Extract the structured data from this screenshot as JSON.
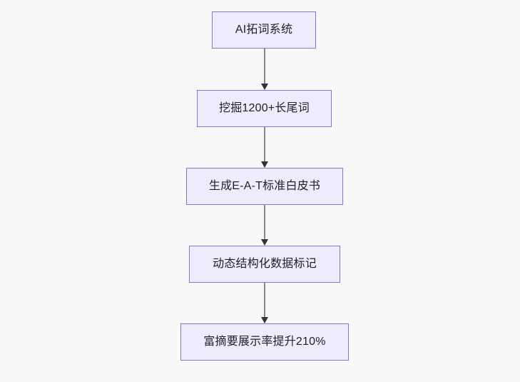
{
  "diagram": {
    "type": "flowchart",
    "orientation": "top-to-bottom",
    "background_color": "#f8f8f8",
    "node_fill_color": "#ececfd",
    "node_border_color": "#9370d8",
    "node_text_color": "#21212a",
    "edge_color": "#888888",
    "arrowhead_color": "#333333",
    "nodes": [
      {
        "id": "n0",
        "label": "AI拓词系统"
      },
      {
        "id": "n1",
        "label": "挖掘1200+长尾词"
      },
      {
        "id": "n2",
        "label": "生成E-A-T标准白皮书"
      },
      {
        "id": "n3",
        "label": "动态结构化数据标记"
      },
      {
        "id": "n4",
        "label": "富摘要展示率提升210%"
      }
    ],
    "edges": [
      {
        "from": "n0",
        "to": "n1"
      },
      {
        "from": "n1",
        "to": "n2"
      },
      {
        "from": "n2",
        "to": "n3"
      },
      {
        "from": "n3",
        "to": "n4"
      }
    ]
  }
}
